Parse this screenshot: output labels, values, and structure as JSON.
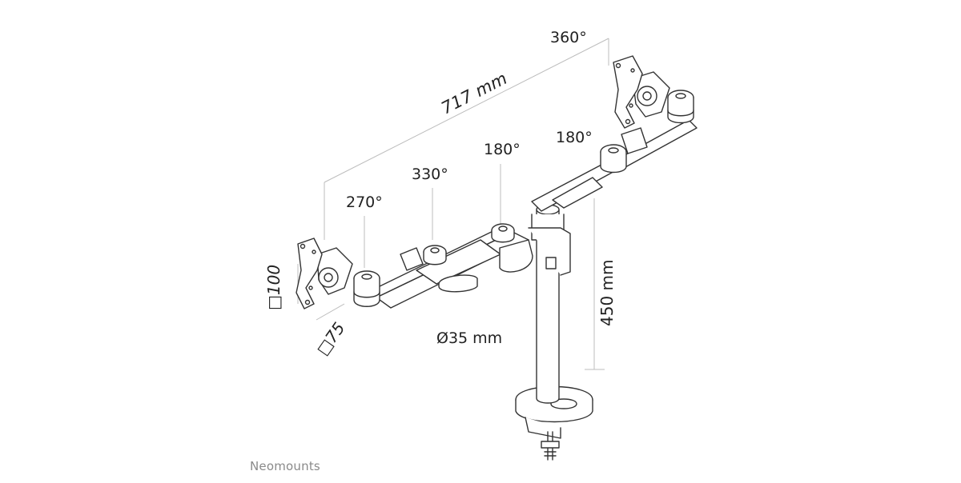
{
  "labels": {
    "span": "717 mm",
    "rot_top": "360°",
    "rot_right_arm": "180°",
    "rot_center": "180°",
    "rot_left_mid": "330°",
    "rot_left_end": "270°",
    "vesa_large": "□100",
    "vesa_small": "□75",
    "pole_height": "450 mm",
    "pole_diameter": "Ø35 mm"
  },
  "brand": "Neomounts",
  "colors": {
    "line": "#333333",
    "dim_line": "#bbbbbb",
    "text": "#222222",
    "brand": "#8a8a8a"
  }
}
